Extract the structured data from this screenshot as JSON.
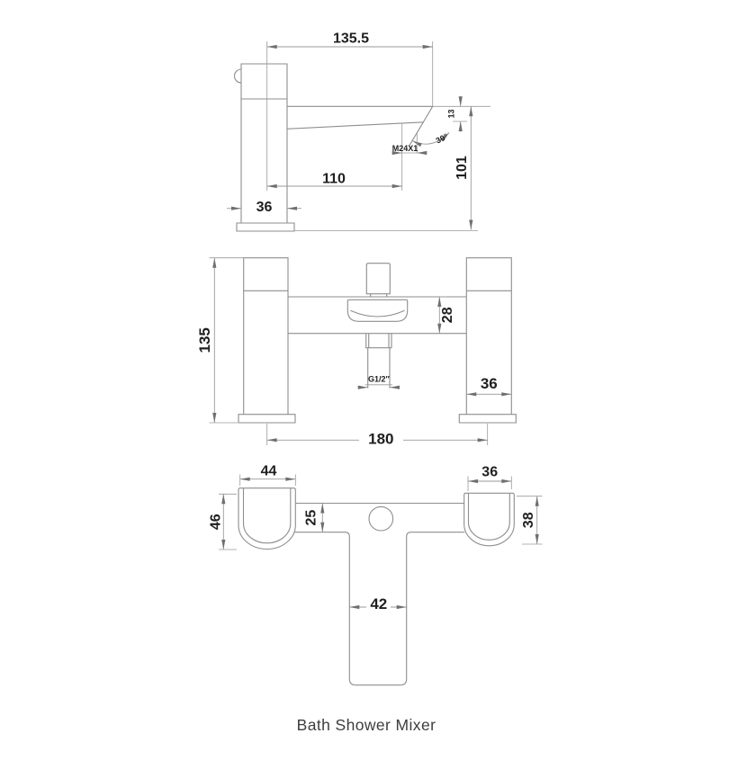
{
  "theme": {
    "background": "#ffffff",
    "line_color": "#8e8e8e",
    "dim_color": "#9a9a9a",
    "arrow_color": "#6f6f6f",
    "text_color": "#1f1f1f",
    "caption_color": "#3d3d3d"
  },
  "caption": "Bath Shower Mixer",
  "side_view": {
    "spout_reach": "135.5",
    "spout_projection": "110",
    "body_width": "36",
    "spout_height": "101",
    "tip_height": "13",
    "spout_angle": "30°",
    "outlet_thread": "M24X1"
  },
  "front_view": {
    "total_height": "135",
    "body_depth": "28",
    "pillar_width": "36",
    "tap_centres": "180",
    "hose_thread": "G1/2″"
  },
  "plan_view": {
    "left_handle_width": "44",
    "left_handle_depth": "46",
    "body_width": "25",
    "right_handle_width": "36",
    "right_handle_depth": "38",
    "spout_width": "42"
  }
}
